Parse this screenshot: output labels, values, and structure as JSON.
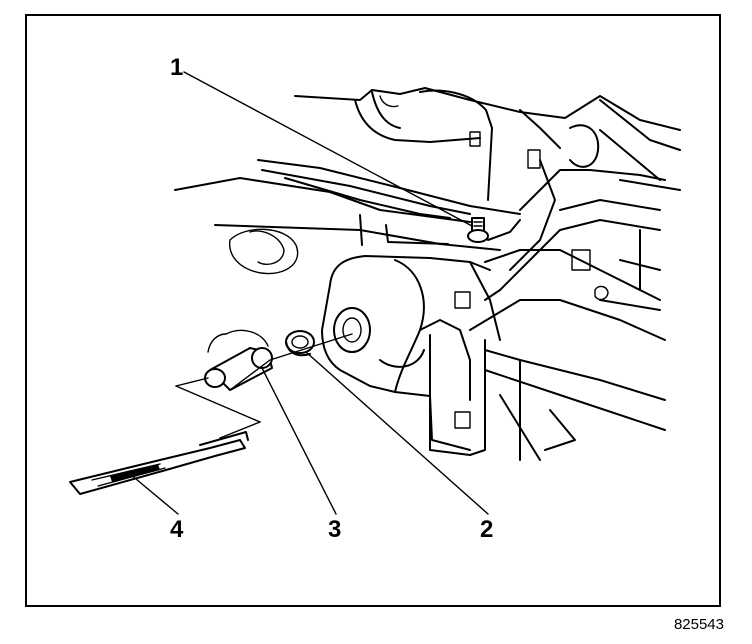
{
  "callouts": [
    {
      "id": "1",
      "label": "1"
    },
    {
      "id": "2",
      "label": "2"
    },
    {
      "id": "3",
      "label": "3"
    },
    {
      "id": "4",
      "label": "4"
    }
  ],
  "figure_number": "825543",
  "colors": {
    "ink": "#000000",
    "paper": "#ffffff"
  }
}
